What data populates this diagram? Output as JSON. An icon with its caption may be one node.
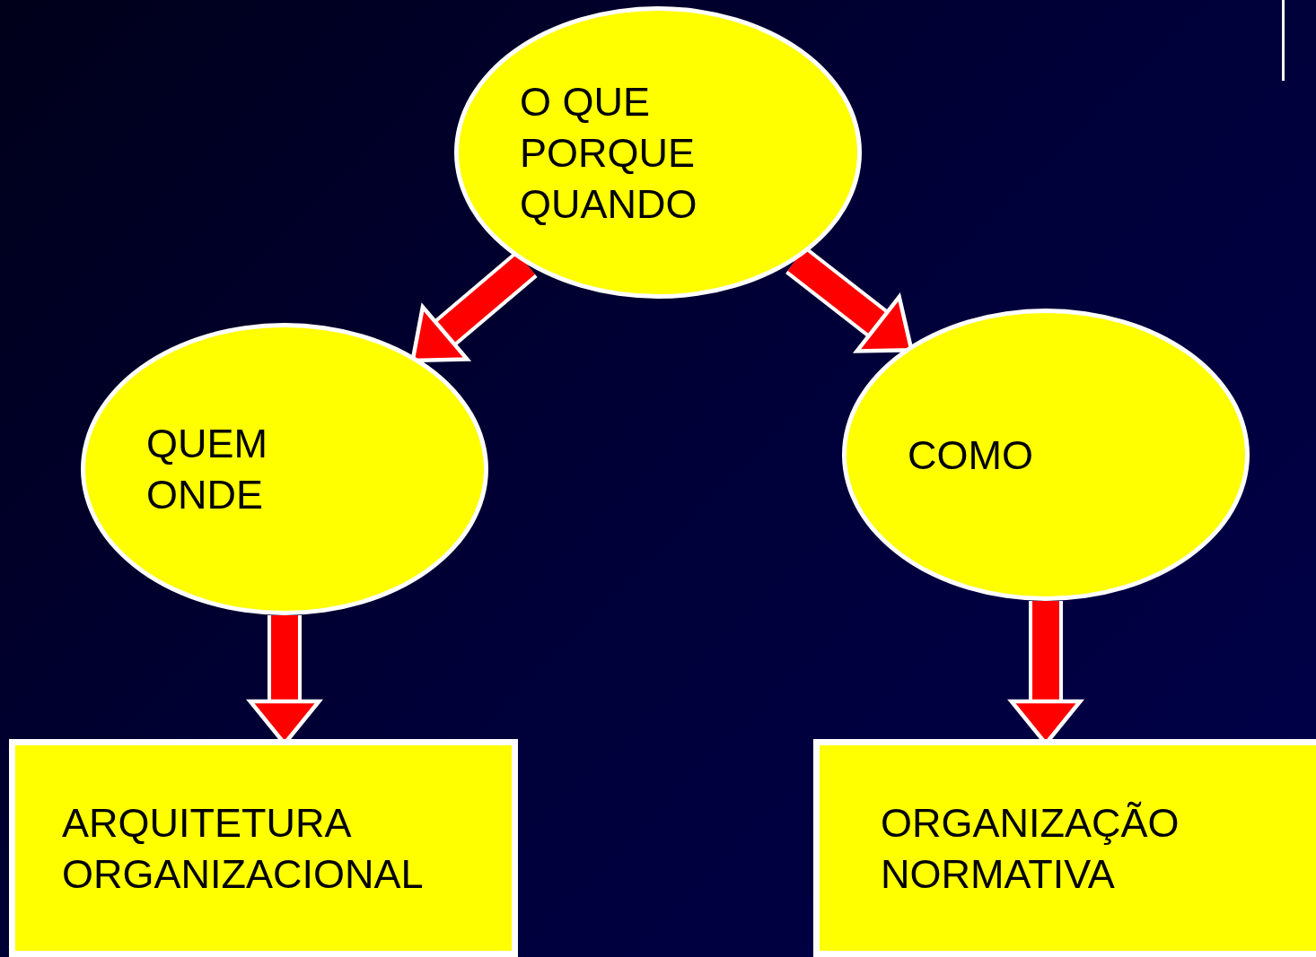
{
  "diagram": {
    "nodes": [
      {
        "text": [
          "O QUE",
          "PORQUE",
          "QUANDO"
        ]
      },
      {
        "text": [
          "QUEM",
          "ONDE"
        ]
      },
      {
        "text": [
          "COMO"
        ]
      },
      {
        "text": [
          "ARQUITETURA ORGANIZACIONAL"
        ]
      },
      {
        "text": [
          "ORGANIZAÇÃO NORMATIVA"
        ]
      }
    ],
    "edges": [
      {
        "from": 0,
        "to": 1,
        "arrow": "to"
      },
      {
        "from": 0,
        "to": 2,
        "arrow": "to"
      },
      {
        "from": 1,
        "to": 3,
        "arrow": "to"
      },
      {
        "from": 2,
        "to": 4,
        "arrow": "to"
      }
    ]
  }
}
